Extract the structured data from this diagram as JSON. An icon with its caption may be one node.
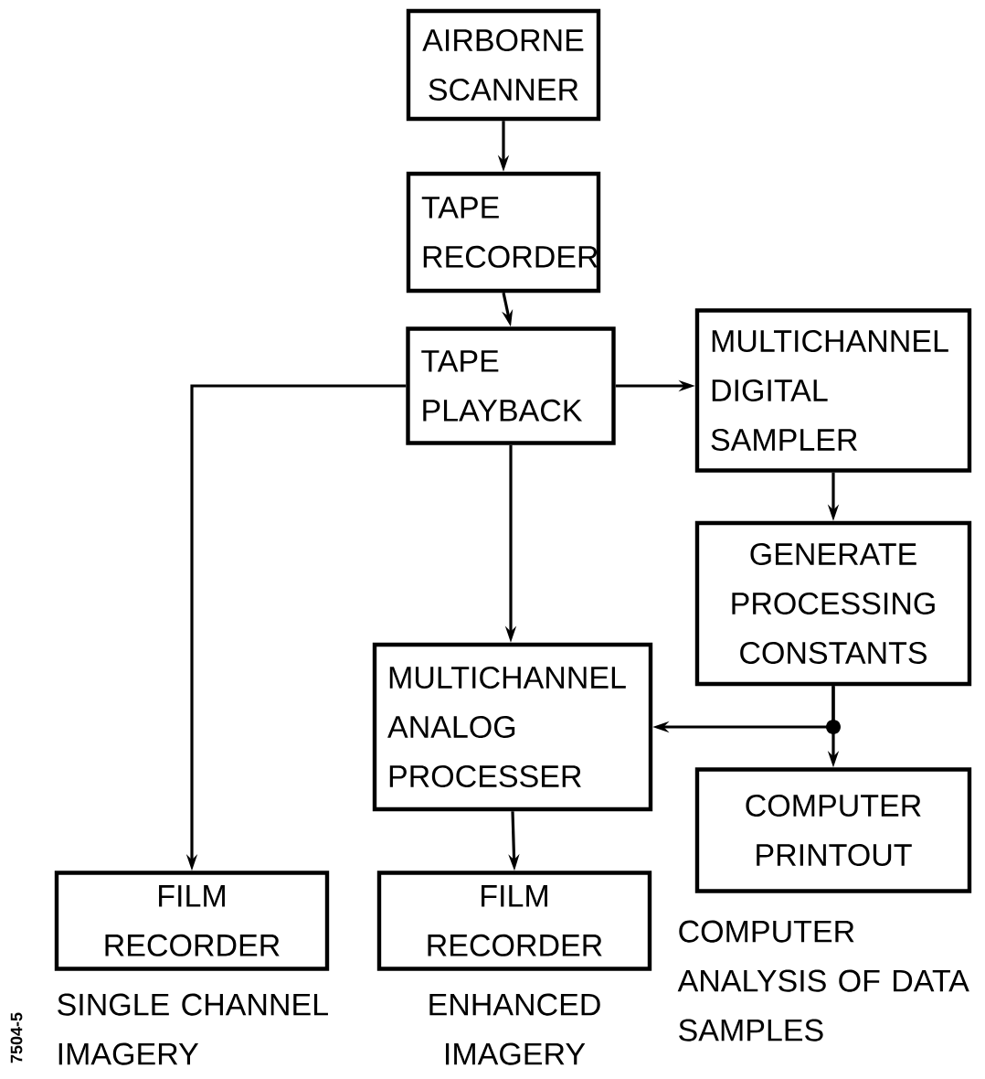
{
  "diagram": {
    "nodes": [
      {
        "text": [
          "AIRBORNE SCANNER"
        ]
      },
      {
        "text": [
          "TAPE RECORDER"
        ]
      },
      {
        "text": [
          "TAPE PLAYBACK"
        ]
      },
      {
        "text": [
          "MULTICHANNEL DIGITAL SAMPLER"
        ]
      },
      {
        "text": [
          "GENERATE PROCESSING CONSTANTS"
        ]
      },
      {
        "text": [
          "MULTICHANNEL ANALOG PROCESSER"
        ]
      },
      {
        "text": [
          "COMPUTER PRINTOUT"
        ],
        "beside": [
          "COMPUTER ANALYSIS OF DATA SAMPLES"
        ]
      },
      {
        "text": [
          "FILM RECORDER"
        ],
        "beside": [
          "SINGLE CHANNEL IMAGERY"
        ]
      },
      {
        "text": [
          "FILM RECORDER"
        ],
        "beside": [
          "ENHANCED IMAGERY"
        ]
      }
    ],
    "edges": [
      {
        "from": 0,
        "to": 1,
        "arrow": "to"
      },
      {
        "from": 1,
        "to": 2,
        "arrow": "to"
      },
      {
        "from": 2,
        "to": 3,
        "arrow": "to"
      },
      {
        "from": 2,
        "to": 5,
        "arrow": "to"
      },
      {
        "from": 2,
        "to": 7,
        "arrow": "to"
      },
      {
        "from": 3,
        "to": 4,
        "arrow": "to"
      },
      {
        "from": 4,
        "to": 6,
        "arrow": "to"
      },
      {
        "from": 4,
        "to": 5,
        "arrow": "to"
      },
      {
        "from": 5,
        "to": 8,
        "arrow": "to"
      }
    ],
    "labels": [
      "7504-5"
    ]
  }
}
